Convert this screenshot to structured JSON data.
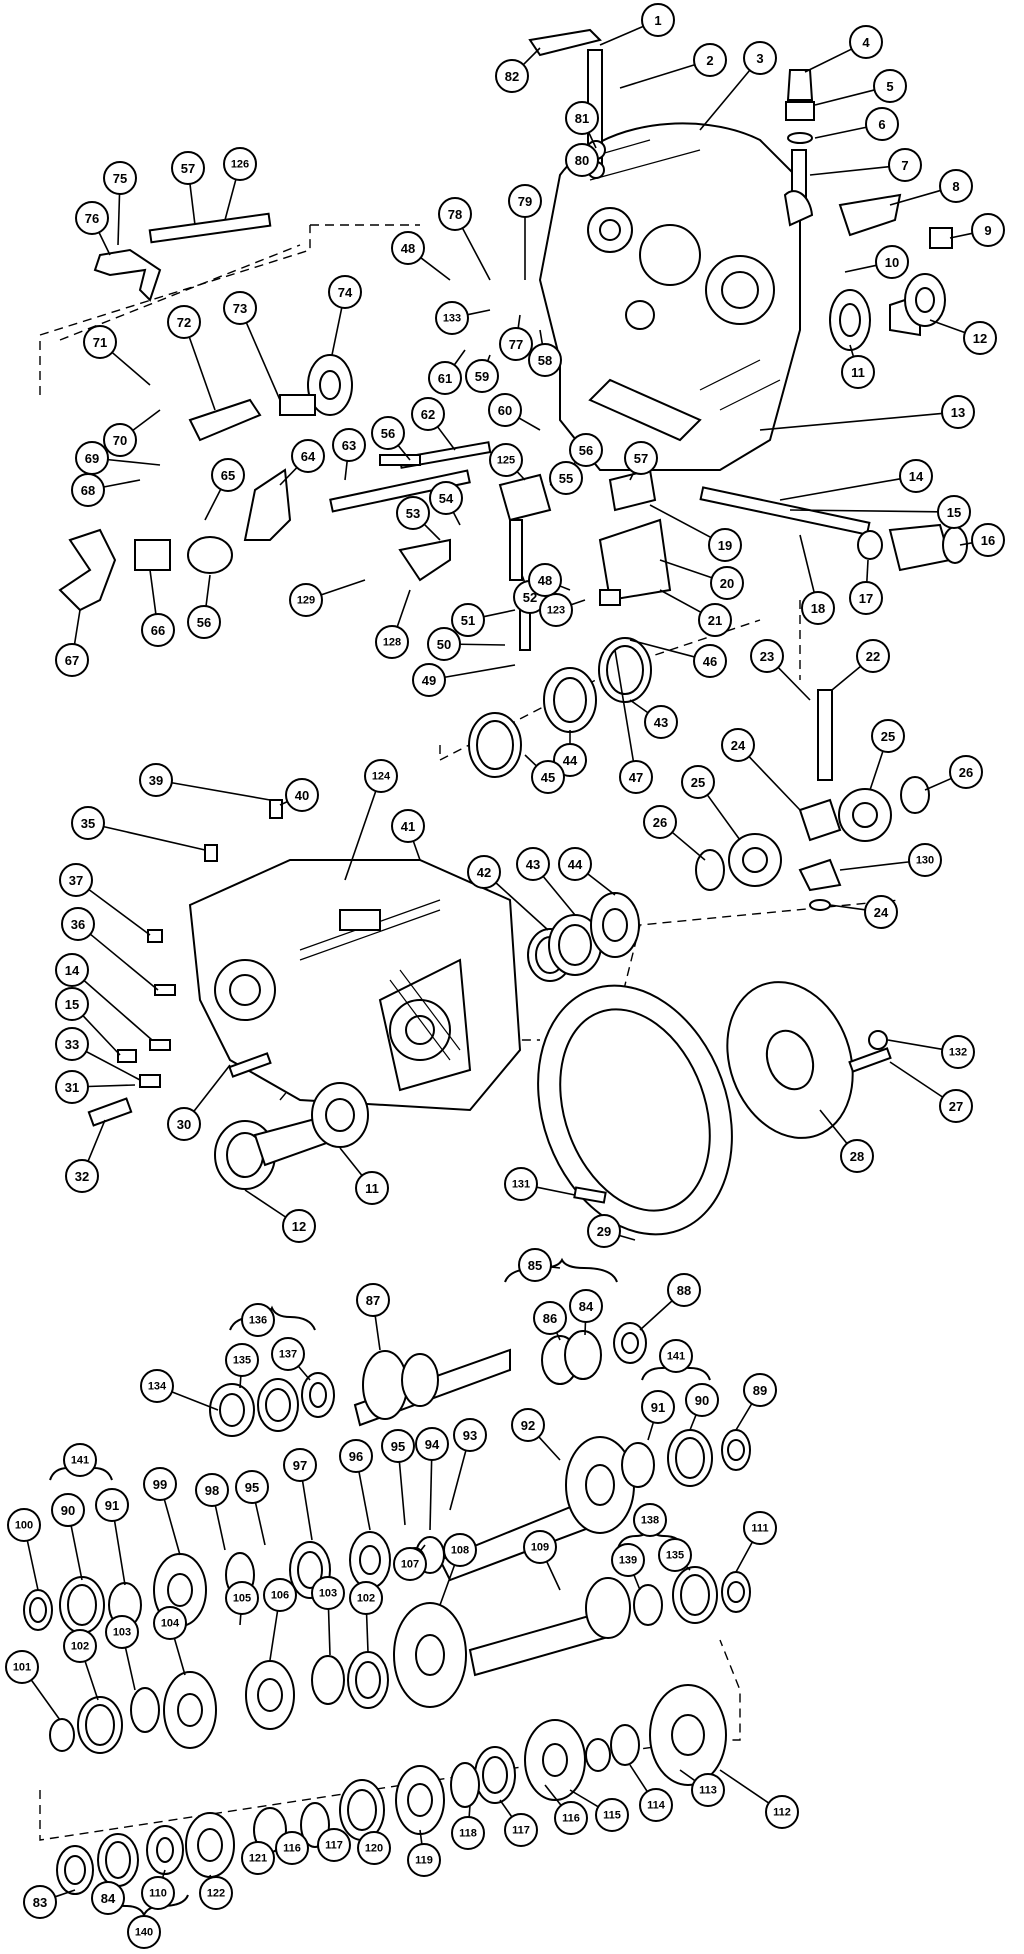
{
  "diagram": {
    "callouts": [
      {
        "id": "c1",
        "label": "1"
      },
      {
        "id": "c2",
        "label": "2"
      },
      {
        "id": "c3",
        "label": "3"
      },
      {
        "id": "c4",
        "label": "4"
      },
      {
        "id": "c5",
        "label": "5"
      },
      {
        "id": "c6",
        "label": "6"
      },
      {
        "id": "c7",
        "label": "7"
      },
      {
        "id": "c8",
        "label": "8"
      },
      {
        "id": "c9",
        "label": "9"
      },
      {
        "id": "c10",
        "label": "10"
      },
      {
        "id": "c11a",
        "label": "11"
      },
      {
        "id": "c12a",
        "label": "12"
      },
      {
        "id": "c13",
        "label": "13"
      },
      {
        "id": "c14a",
        "label": "14"
      },
      {
        "id": "c15a",
        "label": "15"
      },
      {
        "id": "c16",
        "label": "16"
      },
      {
        "id": "c17",
        "label": "17"
      },
      {
        "id": "c18",
        "label": "18"
      },
      {
        "id": "c19",
        "label": "19"
      },
      {
        "id": "c20",
        "label": "20"
      },
      {
        "id": "c21",
        "label": "21"
      },
      {
        "id": "c22",
        "label": "22"
      },
      {
        "id": "c23",
        "label": "23"
      },
      {
        "id": "c24a",
        "label": "24"
      },
      {
        "id": "c25a",
        "label": "25"
      },
      {
        "id": "c26a",
        "label": "26"
      },
      {
        "id": "c25b",
        "label": "25"
      },
      {
        "id": "c26b",
        "label": "26"
      },
      {
        "id": "c130",
        "label": "130"
      },
      {
        "id": "c24b",
        "label": "24"
      },
      {
        "id": "c82",
        "label": "82"
      },
      {
        "id": "c81",
        "label": "81"
      },
      {
        "id": "c80",
        "label": "80"
      },
      {
        "id": "c75",
        "label": "75"
      },
      {
        "id": "c57a",
        "label": "57"
      },
      {
        "id": "c126",
        "label": "126"
      },
      {
        "id": "c76",
        "label": "76"
      },
      {
        "id": "c48a",
        "label": "48"
      },
      {
        "id": "c78",
        "label": "78"
      },
      {
        "id": "c79",
        "label": "79"
      },
      {
        "id": "c74",
        "label": "74"
      },
      {
        "id": "c73",
        "label": "73"
      },
      {
        "id": "c72",
        "label": "72"
      },
      {
        "id": "c71",
        "label": "71"
      },
      {
        "id": "c133",
        "label": "133"
      },
      {
        "id": "c77",
        "label": "77"
      },
      {
        "id": "c58a",
        "label": "58"
      },
      {
        "id": "c61",
        "label": "61"
      },
      {
        "id": "c59",
        "label": "59"
      },
      {
        "id": "c70",
        "label": "70"
      },
      {
        "id": "c60",
        "label": "60"
      },
      {
        "id": "c62",
        "label": "62"
      },
      {
        "id": "c69",
        "label": "69"
      },
      {
        "id": "c68",
        "label": "68"
      },
      {
        "id": "c65",
        "label": "65"
      },
      {
        "id": "c64",
        "label": "64"
      },
      {
        "id": "c63",
        "label": "63"
      },
      {
        "id": "c56a",
        "label": "56"
      },
      {
        "id": "c56b",
        "label": "56"
      },
      {
        "id": "c57b",
        "label": "57"
      },
      {
        "id": "c125",
        "label": "125"
      },
      {
        "id": "c55",
        "label": "55"
      },
      {
        "id": "c53",
        "label": "53"
      },
      {
        "id": "c54",
        "label": "54"
      },
      {
        "id": "c67",
        "label": "67"
      },
      {
        "id": "c66",
        "label": "66"
      },
      {
        "id": "c56c",
        "label": "56"
      },
      {
        "id": "c129",
        "label": "129"
      },
      {
        "id": "c128",
        "label": "128"
      },
      {
        "id": "c52",
        "label": "52"
      },
      {
        "id": "c123",
        "label": "123"
      },
      {
        "id": "c48b",
        "label": "48"
      },
      {
        "id": "c51",
        "label": "51"
      },
      {
        "id": "c50",
        "label": "50"
      },
      {
        "id": "c49",
        "label": "49"
      },
      {
        "id": "c46",
        "label": "46"
      },
      {
        "id": "c47",
        "label": "47"
      },
      {
        "id": "c44a",
        "label": "44"
      },
      {
        "id": "c45",
        "label": "45"
      },
      {
        "id": "c43a",
        "label": "43"
      },
      {
        "id": "c39",
        "label": "39"
      },
      {
        "id": "c40",
        "label": "40"
      },
      {
        "id": "c124",
        "label": "124"
      },
      {
        "id": "c35",
        "label": "35"
      },
      {
        "id": "c41",
        "label": "41"
      },
      {
        "id": "c42",
        "label": "42"
      },
      {
        "id": "c43b",
        "label": "43"
      },
      {
        "id": "c44b",
        "label": "44"
      },
      {
        "id": "c37",
        "label": "37"
      },
      {
        "id": "c36",
        "label": "36"
      },
      {
        "id": "c14b",
        "label": "14"
      },
      {
        "id": "c15b",
        "label": "15"
      },
      {
        "id": "c33",
        "label": "33"
      },
      {
        "id": "c31",
        "label": "31"
      },
      {
        "id": "c30",
        "label": "30"
      },
      {
        "id": "c32",
        "label": "32"
      },
      {
        "id": "c12b",
        "label": "12"
      },
      {
        "id": "c11b",
        "label": "11"
      },
      {
        "id": "c132",
        "label": "132"
      },
      {
        "id": "c27",
        "label": "27"
      },
      {
        "id": "c28",
        "label": "28"
      },
      {
        "id": "c131",
        "label": "131"
      },
      {
        "id": "c29",
        "label": "29"
      },
      {
        "id": "c85",
        "label": "85"
      },
      {
        "id": "c88",
        "label": "88"
      },
      {
        "id": "c86",
        "label": "86"
      },
      {
        "id": "c84a",
        "label": "84"
      },
      {
        "id": "c87",
        "label": "87"
      },
      {
        "id": "c136",
        "label": "136"
      },
      {
        "id": "c135a",
        "label": "135"
      },
      {
        "id": "c137",
        "label": "137"
      },
      {
        "id": "c134",
        "label": "134"
      },
      {
        "id": "c141a",
        "label": "141"
      },
      {
        "id": "c91a",
        "label": "91"
      },
      {
        "id": "c90a",
        "label": "90"
      },
      {
        "id": "c89",
        "label": "89"
      },
      {
        "id": "c92",
        "label": "92"
      },
      {
        "id": "c93",
        "label": "93"
      },
      {
        "id": "c94",
        "label": "94"
      },
      {
        "id": "c95a",
        "label": "95"
      },
      {
        "id": "c96",
        "label": "96"
      },
      {
        "id": "c97",
        "label": "97"
      },
      {
        "id": "c95b",
        "label": "95"
      },
      {
        "id": "c98",
        "label": "98"
      },
      {
        "id": "c99",
        "label": "99"
      },
      {
        "id": "c141b",
        "label": "141"
      },
      {
        "id": "c90b",
        "label": "90"
      },
      {
        "id": "c91b",
        "label": "91"
      },
      {
        "id": "c100",
        "label": "100"
      },
      {
        "id": "c107",
        "label": "107"
      },
      {
        "id": "c108",
        "label": "108"
      },
      {
        "id": "c109",
        "label": "109"
      },
      {
        "id": "c138",
        "label": "138"
      },
      {
        "id": "c139",
        "label": "139"
      },
      {
        "id": "c135b",
        "label": "135"
      },
      {
        "id": "c111",
        "label": "111"
      },
      {
        "id": "c105",
        "label": "105"
      },
      {
        "id": "c106",
        "label": "106"
      },
      {
        "id": "c103a",
        "label": "103"
      },
      {
        "id": "c102a",
        "label": "102"
      },
      {
        "id": "c104",
        "label": "104"
      },
      {
        "id": "c103b",
        "label": "103"
      },
      {
        "id": "c102b",
        "label": "102"
      },
      {
        "id": "c101",
        "label": "101"
      },
      {
        "id": "c112",
        "label": "112"
      },
      {
        "id": "c113",
        "label": "113"
      },
      {
        "id": "c114",
        "label": "114"
      },
      {
        "id": "c115",
        "label": "115"
      },
      {
        "id": "c116a",
        "label": "116"
      },
      {
        "id": "c117a",
        "label": "117"
      },
      {
        "id": "c118",
        "label": "118"
      },
      {
        "id": "c119",
        "label": "119"
      },
      {
        "id": "c120",
        "label": "120"
      },
      {
        "id": "c117b",
        "label": "117"
      },
      {
        "id": "c116b",
        "label": "116"
      },
      {
        "id": "c121",
        "label": "121"
      },
      {
        "id": "c122",
        "label": "122"
      },
      {
        "id": "c110",
        "label": "110"
      },
      {
        "id": "c84b",
        "label": "84"
      },
      {
        "id": "c83",
        "label": "83"
      },
      {
        "id": "c140",
        "label": "140"
      }
    ]
  }
}
